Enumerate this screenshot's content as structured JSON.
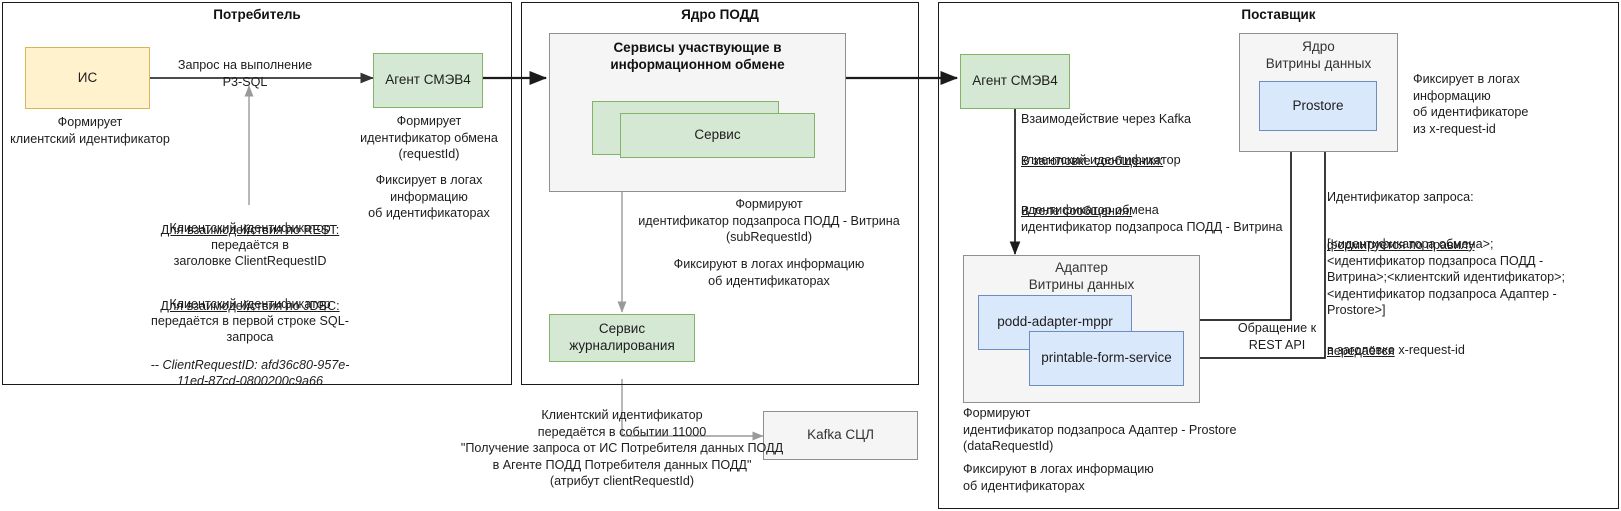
{
  "diagram": {
    "panels": [
      {
        "id": "consumer",
        "title": "Потребитель"
      },
      {
        "id": "core",
        "title": "Ядро ПОДД"
      },
      {
        "id": "provider",
        "title": "Поставщик"
      }
    ],
    "consumer": {
      "is_node": "ИС",
      "is_note": "Формирует\nклиентский идентификатор",
      "agent_node": "Агент СМЭВ4",
      "agent_note_1": "Формирует\nидентификатор обмена\n(requestId)",
      "agent_note_2": "Фиксирует в логах\nинформацию\nоб идентификаторах",
      "edge_label": "Запрос на выполнение\nP3-SQL",
      "rest_title": "Для взаимодействия по REST:",
      "rest_body": "Клиентский идентификатор\nпередаётся в\nзаголовке ClientRequestID",
      "jdbc_title": "Для взаимодействия по JDBC:",
      "jdbc_body": "Клиентский идентификатор\nпередаётся в первой строке SQL-\nзапроса",
      "jdbc_sample": "-- ClientRequestID: afd36c80-957e-\n11ed-87cd-0800200c9a66"
    },
    "core": {
      "services_group_title": "Сервисы участвующие в\nинформационном обмене",
      "service_node": "Сервис",
      "note_form": "Формируют\nидентификатор подзапроса ПОДД - Витрина\n(subRequestId)",
      "note_log": "Фиксируют в логах информацию\nоб идентификаторах",
      "log_service_node": "Сервис\nжурналирования",
      "kafka_node": "Kafka СЦЛ",
      "kafka_note": "Клиентский идентификатор\nпередаётся в событии 11000\n\"Получение запроса от ИС Потребителя данных ПОДД\nв Агенте ПОДД Потребителя данных ПОДД\"\n(атрибут clientRequestId)"
    },
    "provider": {
      "agent_node": "Агент СМЭВ4",
      "kafka_line": "Взаимодействие через Kafka",
      "header_title": "В заголовке сообщения:",
      "header_body": "клиентский идентификатор",
      "body_title": "В теле сообщения:",
      "body_body": "идентификатор обмена\nидентификатор подзапроса ПОДД - Витрина",
      "core_group_title": "Ядро\nВитрины данных",
      "prostore_node": "Prostore",
      "prostore_note": "Фиксирует в логах\nинформацию\nоб идентификаторе\nиз x-request-id",
      "adapter_group_title": "Адаптер\nВитрины данных",
      "adapter_node_1": "podd-adapter-mppr",
      "adapter_node_2": "printable-form-service",
      "rest_api_label": "Обращение к\nREST API",
      "adapter_note_1": "Формируют\nидентификатор подзапроса Адаптер - Prostore\n(dataRequestId)",
      "adapter_note_2": "Фиксируют в логах информацию\nоб идентификаторах",
      "req_id_title": "Идентификатор запроса:",
      "req_id_rule_title": "формируется по правилу",
      "req_id_rule_body": "[<идентификатора обмена>;\n<идентификатор подзапроса ПОДД -\nВитрина>;<клиентский идентификатор>;\n<идентификатор подзапроса Адаптер -\nProstore>]",
      "req_id_pass_title": "передаётся",
      "req_id_pass_body": "в заголовке x-request-id"
    },
    "colors": {
      "yellow_fill": "#fff2cc",
      "yellow_stroke": "#d6b656",
      "green_fill": "#d5e8d4",
      "green_stroke": "#82b366",
      "blue_fill": "#dae8fc",
      "blue_stroke": "#6c8ebf",
      "grey_fill": "#f5f5f5",
      "grey_stroke": "#8f8f8f",
      "edge_dark": "#333333",
      "edge_light": "#9a9a9a",
      "panel_border": "#1a1a1a"
    }
  }
}
